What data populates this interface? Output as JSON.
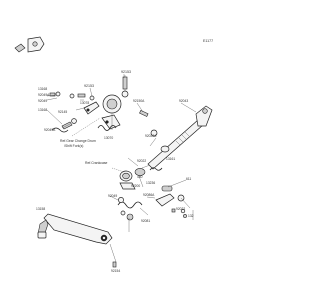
{
  "figure_code": "E1177",
  "labels": {
    "p92153_top": "92153",
    "p92153_mid": "92153",
    "p13168": "13168",
    "p92049a_a": "92049A",
    "p92049_a": "92049",
    "p13168_b": "13168",
    "p92145": "92145",
    "p92049a_b": "92049A",
    "p13078": "13078",
    "p13070": "13070",
    "p92150a": "92150A",
    "p92043": "92043",
    "p92022a": "92022A",
    "p13161": "13161",
    "p92022": "92022",
    "p460": "460",
    "p92200": "92200",
    "p13236": "13236",
    "p92049b": "92049",
    "p92086a": "92086A",
    "p611": "611",
    "p92022b": "92022",
    "p132": "132",
    "p92081": "92081",
    "p13158": "13158",
    "p92154": "92154"
  },
  "refs": {
    "gear_change_drum": "Ref.Gear Change Drum",
    "shift_forks": "/Shift Fork(s)",
    "crankcase": "Ref.Crankcase"
  }
}
